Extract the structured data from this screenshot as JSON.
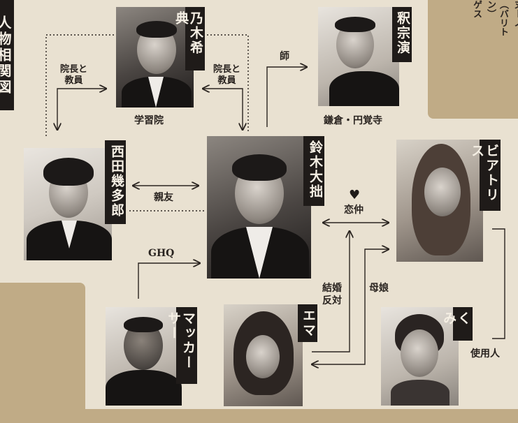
{
  "title": "人物相関図",
  "corner_text": [
    "ヌーノ",
    "（バリトン）",
    "ゲス"
  ],
  "characters": {
    "nogi": "乃木希典",
    "shaku": "釈宗演",
    "nishida": "西田幾多郎",
    "suzuki": "鈴木大拙",
    "beatrice": "ビアトリス",
    "mccarthy": "マッカーサー",
    "emma": "エマ",
    "kumi": "くみ"
  },
  "places": {
    "gakushuin": "学習院",
    "kamakura": "鎌倉・円覚寺"
  },
  "relations": {
    "principal_left": [
      "院長と",
      "教員"
    ],
    "principal_right": [
      "院長と",
      "教員"
    ],
    "teacher": "師",
    "friend": "親友",
    "ghq": "GHQ",
    "lovers": "恋仲",
    "opposed": [
      "結婚",
      "反対"
    ],
    "mother_daughter": "母娘",
    "servant": "使用人"
  },
  "icons": {
    "heart": "heart-icon"
  },
  "colors": {
    "background": "#e9e1d1",
    "band": "#c0ab86",
    "tag": "#1f1b19"
  }
}
